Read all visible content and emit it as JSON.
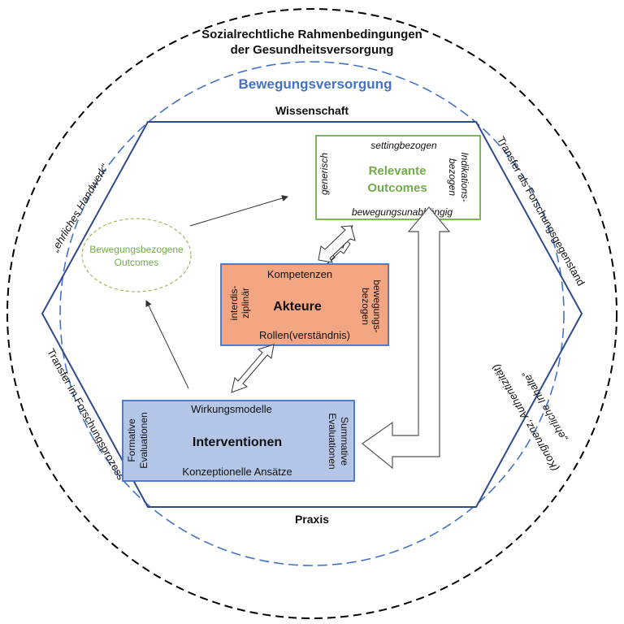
{
  "outer_circle": {
    "line1": "Sozialrechtliche Rahmenbedingungen",
    "line2": "der Gesundheitsversorgung"
  },
  "inner_circle": {
    "title": "Bewegungsversorgung"
  },
  "hexagon": {
    "top_label": "Wissenschaft",
    "bottom_label": "Praxis"
  },
  "side_labels": {
    "left_top": "„ehrliches Handwerk“",
    "left_bottom": "Transfer im Forschungsprozess",
    "right_top": "Transfer als Forschungsgegenstand",
    "right_bottom_1": "„ehrliche Inhalte“",
    "right_bottom_2": "(Kongruenz, Authentizität)"
  },
  "ellipse": {
    "line1": "Bewegungsbezogene",
    "line2": "Outcomes"
  },
  "outcomes_box": {
    "title_1": "Relevante",
    "title_2": "Outcomes",
    "top": "settingbezogen",
    "bottom": "bewegungsunabhängig",
    "left": "generisch",
    "right_1": "Indikations-",
    "right_2": "bezogen"
  },
  "akteure_box": {
    "title": "Akteure",
    "top": "Kompetenzen",
    "bottom": "Rollen(verständnis)",
    "left_1": "interdis-",
    "left_2": "ziplinär",
    "right_1": "bewegungs-",
    "right_2": "bezogen"
  },
  "interventionen_box": {
    "title": "Interventionen",
    "top": "Wirkungsmodelle",
    "bottom": "Konzeptionelle Ansätze",
    "left_1": "Formative",
    "left_2": "Evaluationen",
    "right_1": "Summative",
    "right_2": "Evaluationen"
  },
  "colors": {
    "hexagon": "#2f4a8a",
    "blue_title": "#4472c4",
    "green": "#70ad47",
    "akteure_fill": "#f4a582",
    "akteure_border": "#4472c4",
    "interventionen_fill": "#b4c6e7",
    "interventionen_border": "#4472c4"
  }
}
